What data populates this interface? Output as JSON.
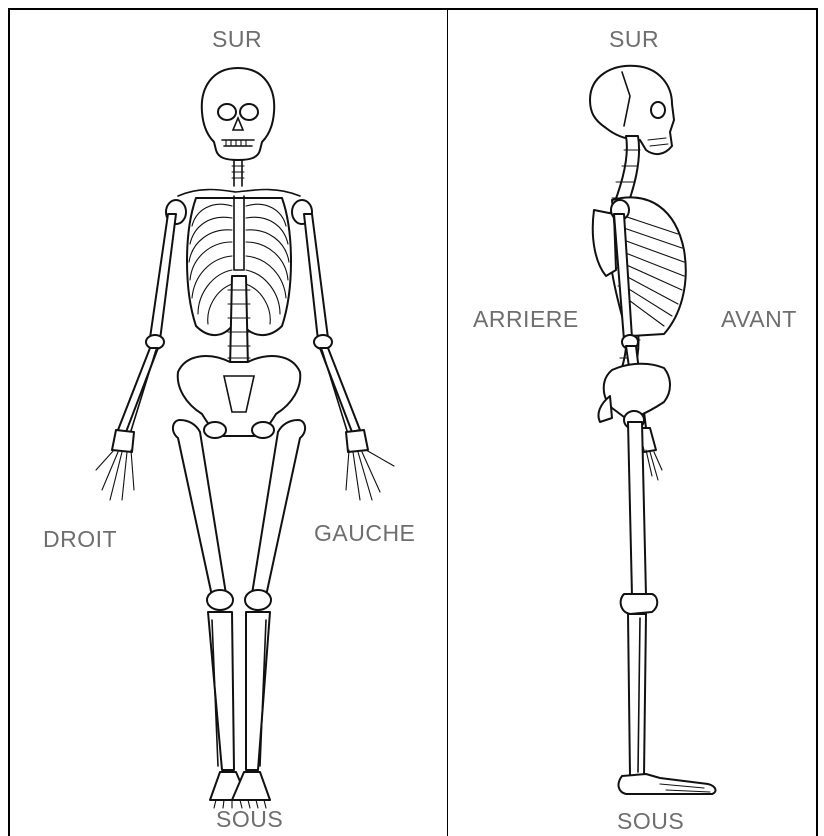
{
  "front_view": {
    "top_label": "SUR",
    "bottom_label": "SOUS",
    "left_label": "DROIT",
    "right_label": "GAUCHE"
  },
  "side_view": {
    "top_label": "SUR",
    "bottom_label": "SOUS",
    "left_label": "ARRIERE",
    "right_label": "AVANT"
  },
  "colors": {
    "label": "#6e6e6e",
    "line": "#111111",
    "background": "#ffffff"
  }
}
